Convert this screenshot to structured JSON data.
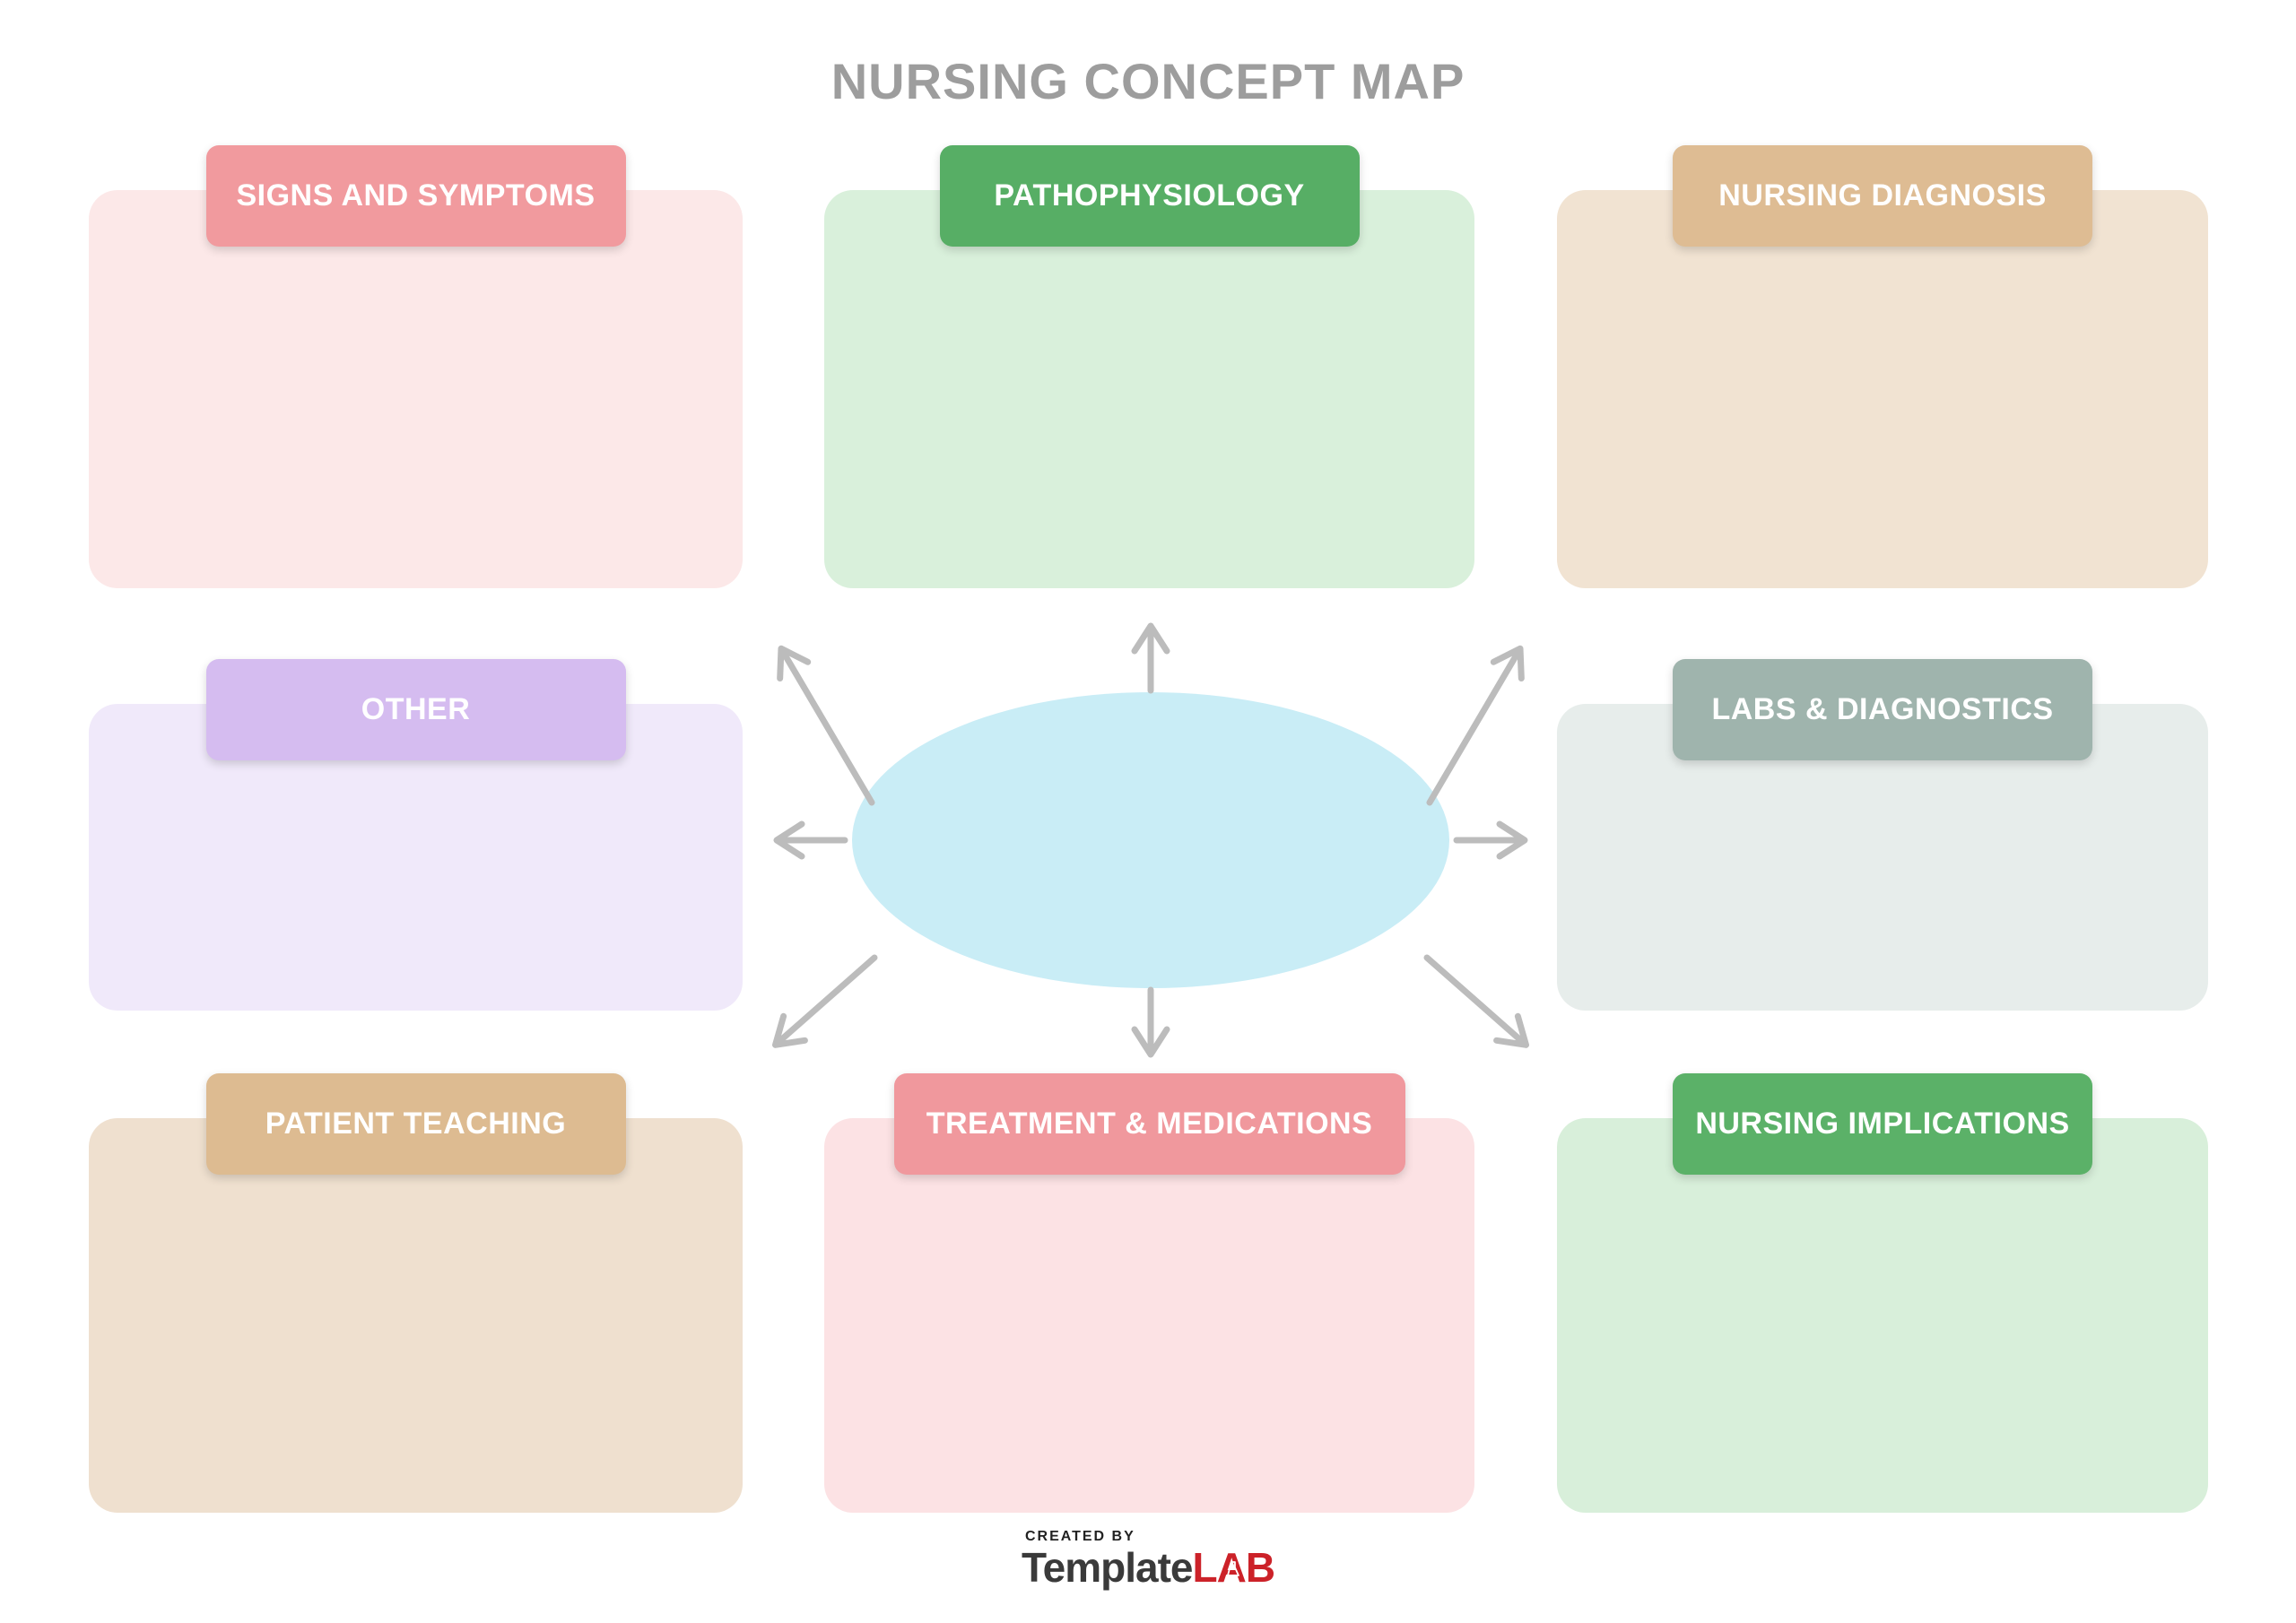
{
  "title": "NURSING CONCEPT MAP",
  "colors": {
    "background": "#ffffff",
    "title": "#9d9d9d",
    "arrow": "#bcbcbc",
    "ellipse_fill": "#c9edf6"
  },
  "boxes": [
    {
      "id": "signs-and-symptoms",
      "label": "SIGNS AND SYMPTOMS",
      "header_color": "#f19a9e",
      "body_color": "#fce8e8"
    },
    {
      "id": "pathophysiology",
      "label": "PATHOPHYSIOLOGY",
      "header_color": "#57ae65",
      "body_color": "#d9f0db"
    },
    {
      "id": "nursing-diagnosis",
      "label": "NURSING DIAGNOSIS",
      "header_color": "#debc93",
      "body_color": "#f1e3d2"
    },
    {
      "id": "other",
      "label": "OTHER",
      "header_color": "#d5bcf0",
      "body_color": "#f0e9fa"
    },
    {
      "id": "labs-and-diagnostics",
      "label": "LABS & DIAGNOSTICS",
      "header_color": "#9fb4ad",
      "body_color": "#e7edeb"
    },
    {
      "id": "patient-teaching",
      "label": "PATIENT TEACHING",
      "header_color": "#ddbb91",
      "body_color": "#efe0cf"
    },
    {
      "id": "treatment-and-medications",
      "label": "TREATMENT & MEDICATIONS",
      "header_color": "#f0989d",
      "body_color": "#fce2e4"
    },
    {
      "id": "nursing-implications",
      "label": "NURSING IMPLICATIONS",
      "header_color": "#5bb168",
      "body_color": "#d8efda"
    }
  ],
  "center": {
    "shape": "ellipse",
    "fill": "#c9edf6",
    "text": ""
  },
  "footer": {
    "created_by_label": "CREATED BY",
    "brand_part1": "Template",
    "brand_part2": "LAB",
    "brand_part1_color": "#3a3a3a",
    "brand_part2_color": "#cc2229"
  }
}
